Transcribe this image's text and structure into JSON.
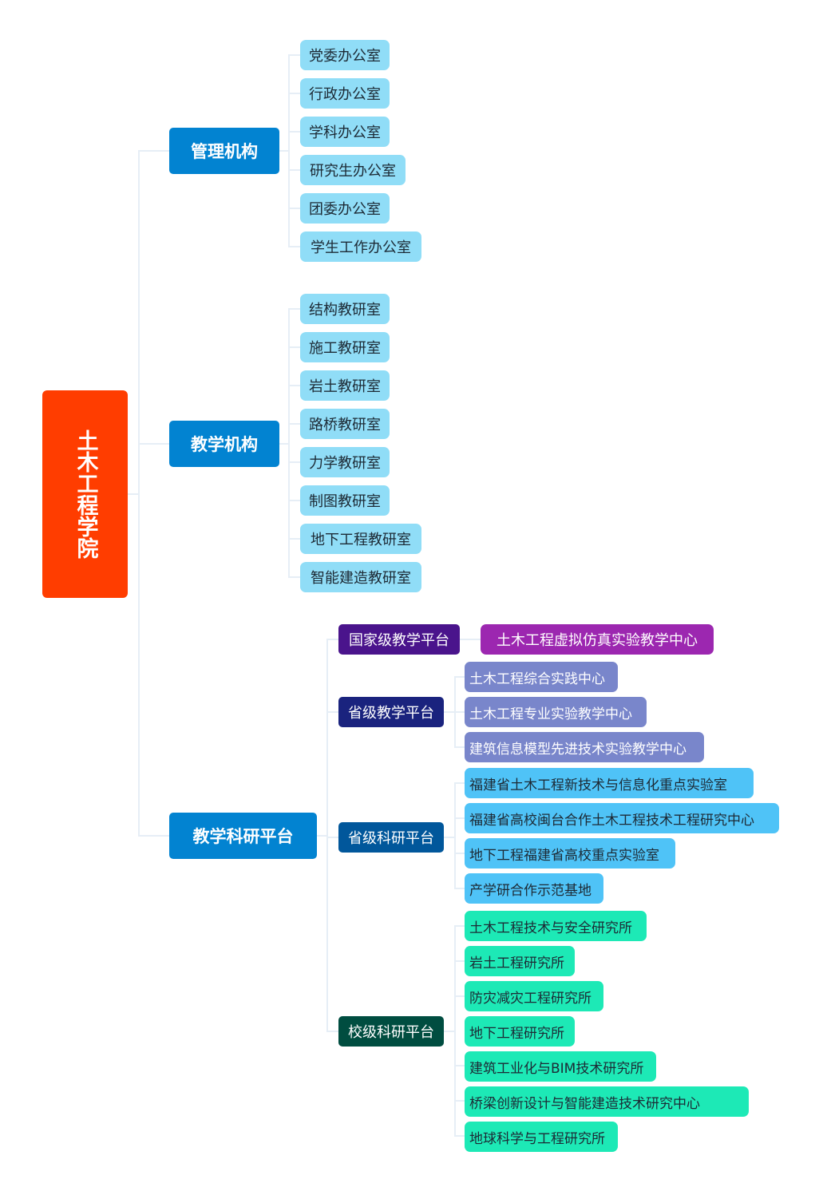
{
  "root": {
    "label": "土木工程学院"
  },
  "branches": [
    {
      "label": "管理机构",
      "children": [
        "党委办公室",
        "行政办公室",
        "学科办公室",
        "研究生办公室",
        "团委办公室",
        "学生工作办公室"
      ]
    },
    {
      "label": "教学机构",
      "children": [
        "结构教研室",
        "施工教研室",
        "岩土教研室",
        "路桥教研室",
        "力学教研室",
        "制图教研室",
        "地下工程教研室",
        "智能建造教研室"
      ]
    },
    {
      "label": "教学科研平台",
      "children": [
        {
          "label": "国家级教学平台",
          "color": "#4a148c",
          "children": [
            {
              "label": "土木工程虚拟仿真实验教学中心",
              "color": "#9c27b0",
              "text_color": "#ffffff"
            }
          ]
        },
        {
          "label": "省级教学平台",
          "color": "#1a237e",
          "children": [
            {
              "label": "土木工程综合实践中心",
              "color": "#7986cb",
              "text_color": "#ffffff"
            },
            {
              "label": "土木工程专业实验教学中心",
              "color": "#7986cb",
              "text_color": "#ffffff"
            },
            {
              "label": "建筑信息模型先进技术实验教学中心",
              "color": "#7986cb",
              "text_color": "#ffffff"
            }
          ]
        },
        {
          "label": "省级科研平台",
          "color": "#01579b",
          "children": [
            {
              "label": "福建省土木工程新技术与信息化重点实验室",
              "color": "#4fc3f7",
              "text_color": "#1d2a35"
            },
            {
              "label": "福建省高校闽台合作土木工程技术工程研究中心",
              "color": "#4fc3f7",
              "text_color": "#1d2a35"
            },
            {
              "label": "地下工程福建省高校重点实验室",
              "color": "#4fc3f7",
              "text_color": "#1d2a35"
            },
            {
              "label": "产学研合作示范基地",
              "color": "#4fc3f7",
              "text_color": "#1d2a35"
            }
          ]
        },
        {
          "label": "校级科研平台",
          "color": "#004d40",
          "children": [
            {
              "label": "土木工程技术与安全研究所",
              "color": "#1de9b6",
              "text_color": "#1d2a35"
            },
            {
              "label": "岩土工程研究所",
              "color": "#1de9b6",
              "text_color": "#1d2a35"
            },
            {
              "label": "防灾减灾工程研究所",
              "color": "#1de9b6",
              "text_color": "#1d2a35"
            },
            {
              "label": "地下工程研究所",
              "color": "#1de9b6",
              "text_color": "#1d2a35"
            },
            {
              "label": "建筑工业化与BIM技术研究所",
              "color": "#1de9b6",
              "text_color": "#1d2a35"
            },
            {
              "label": "桥梁创新设计与智能建造技术研究中心",
              "color": "#1de9b6",
              "text_color": "#1d2a35"
            },
            {
              "label": "地球科学与工程研究所",
              "color": "#1de9b6",
              "text_color": "#1d2a35"
            }
          ]
        }
      ]
    }
  ]
}
